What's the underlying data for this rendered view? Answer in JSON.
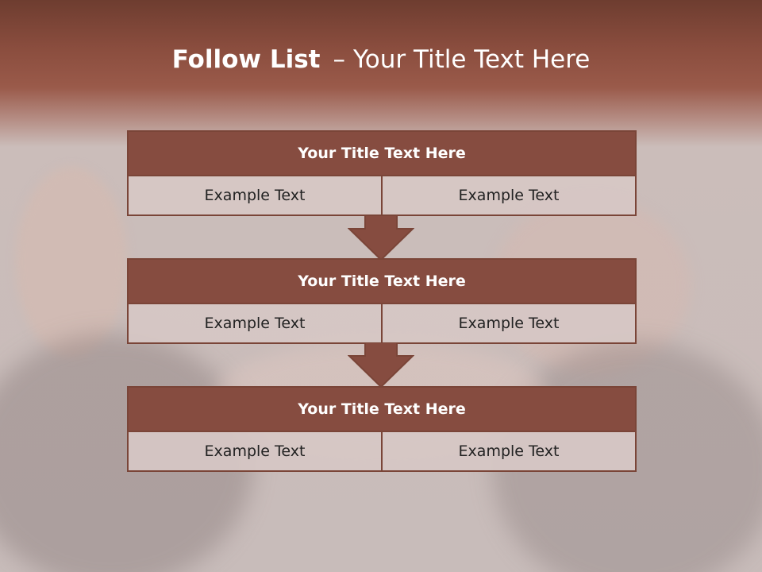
{
  "slide": {
    "title_bold": "Follow List",
    "title_separator": "–",
    "title_rest": "Your Title Text Here"
  },
  "blocks": [
    {
      "title": "Your Title Text Here",
      "cells": [
        "Example Text",
        "Example Text"
      ]
    },
    {
      "title": "Your Title Text Here",
      "cells": [
        "Example Text",
        "Example Text"
      ]
    },
    {
      "title": "Your Title Text Here",
      "cells": [
        "Example Text",
        "Example Text"
      ]
    }
  ],
  "colors": {
    "header_fill": "#864c40",
    "border": "#7a4538",
    "cell_fill": "#d6c7c5",
    "top_band": "#8a4d3e"
  },
  "icons": [
    "down-arrow-icon",
    "down-arrow-icon"
  ]
}
